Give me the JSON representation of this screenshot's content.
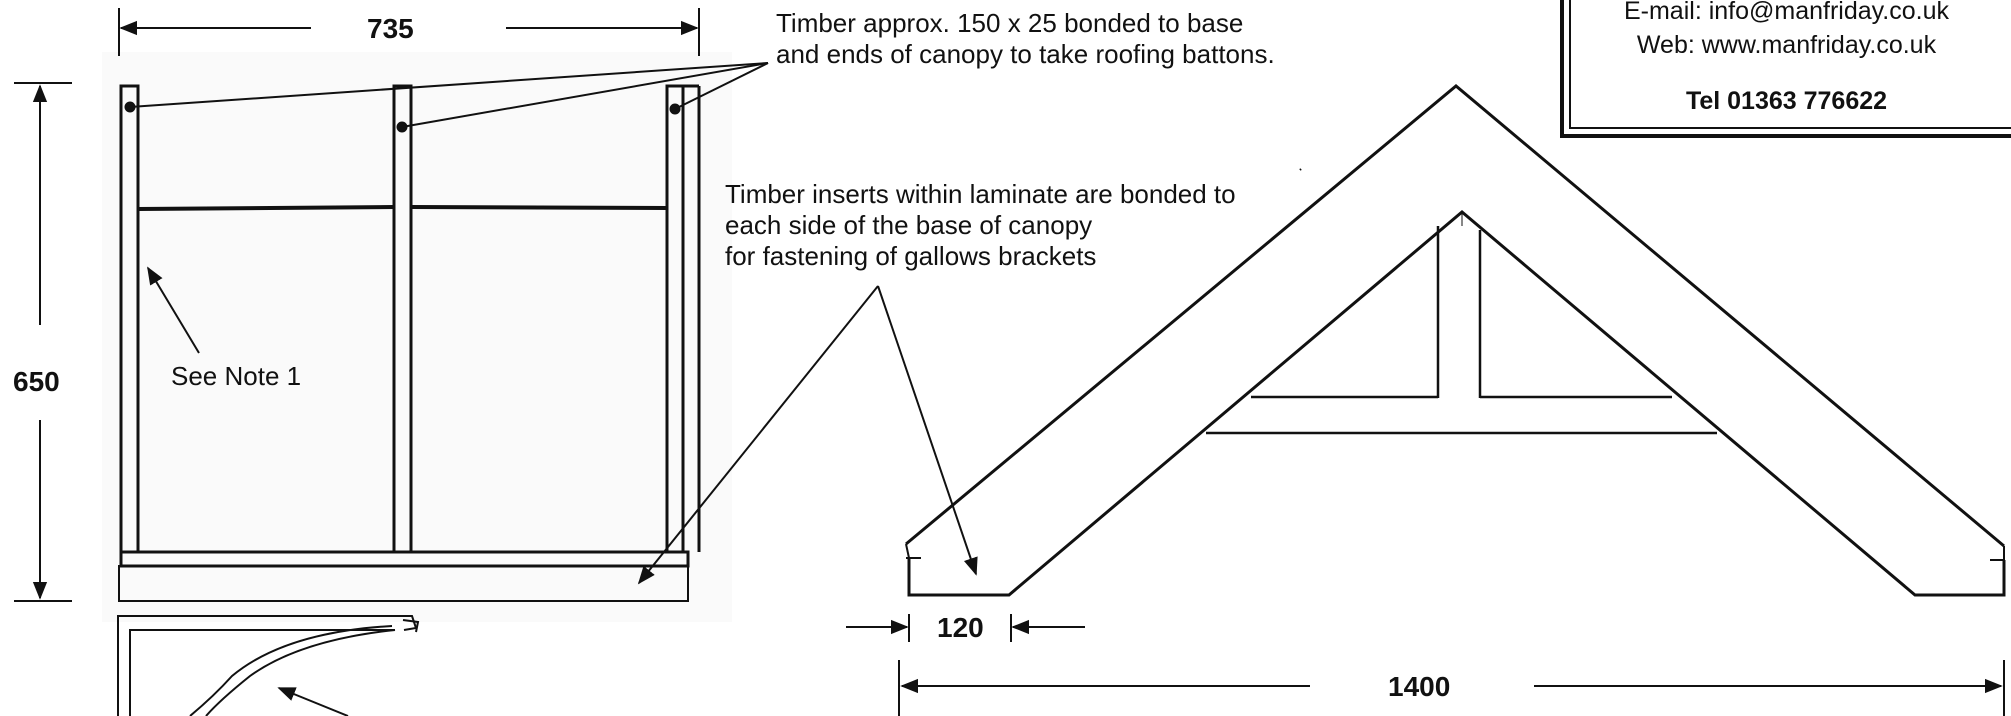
{
  "dimensions": {
    "width_top": "735",
    "height_left": "650",
    "eave_width": "120",
    "overall_width": "1400"
  },
  "notes": {
    "timber_battons": [
      "Timber approx. 150 x 25 bonded to base",
      "and ends of canopy to take roofing battons."
    ],
    "timber_inserts": [
      "Timber inserts within laminate are bonded to",
      "each side of the base of canopy",
      "for fastening of gallows brackets"
    ],
    "see_note": "See Note 1"
  },
  "contact": {
    "email": "E-mail: info@manfriday.co.uk",
    "web": "Web: www.manfriday.co.uk",
    "tel": "Tel 01363 776622"
  }
}
